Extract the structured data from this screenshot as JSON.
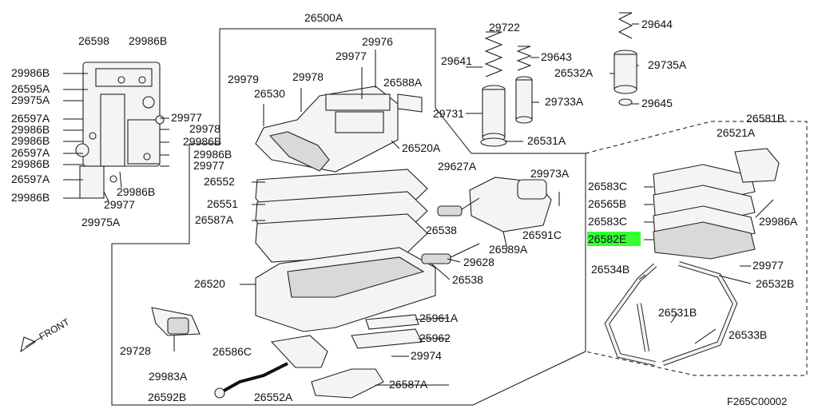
{
  "highlight_color": "#33ff33",
  "highlighted_part": "26582E",
  "diagram_code": "F265C00002",
  "front_label": "FRONT",
  "labels": {
    "l26500A": "26500A",
    "l26598": "26598",
    "l29986B_a": "29986B",
    "l29986B_b": "29986B",
    "l26595A": "26595A",
    "l29975A_a": "29975A",
    "l26597A_a": "26597A",
    "l29986B_c": "29986B",
    "l29986B_d": "29986B",
    "l26597A_b": "26597A",
    "l29986B_e": "29986B",
    "l26597A_c": "26597A",
    "l29986B_f": "29986B",
    "l29977_a": "29977",
    "l29978_a": "29978",
    "l29986B_g": "29986B",
    "l29986B_h": "29986B",
    "l29977_b": "29977",
    "l29986B_i": "29986B",
    "l29977_c": "29977",
    "l29975A_b": "29975A",
    "l29979": "29979",
    "l26530": "26530",
    "l29978_b": "29978",
    "l29977_d": "29977",
    "l29976": "29976",
    "l26588A": "26588A",
    "l26520A": "26520A",
    "l26552_a": "26552",
    "l26551": "26551",
    "l26587A_a": "26587A",
    "l29627A": "29627A",
    "l29973A": "29973A",
    "l26538_a": "26538",
    "l26591C": "26591C",
    "l26589A": "26589A",
    "l29628": "29628",
    "l26538_b": "26538",
    "l26520": "26520",
    "l25961A": "25961A",
    "l25962": "25962",
    "l29974": "29974",
    "l26587A_b": "26587A",
    "l29728": "29728",
    "l26586C": "26586C",
    "l29983A": "29983A",
    "l26592B": "26592B",
    "l26552A": "26552A",
    "l29722": "29722",
    "l29641": "29641",
    "l29643": "29643",
    "l29731": "29731",
    "l29733A": "29733A",
    "l26531A": "26531A",
    "l29644": "29644",
    "l29735A": "29735A",
    "l26532A": "26532A",
    "l29645": "29645",
    "l26581B": "26581B",
    "l26521A": "26521A",
    "l26583C_a": "26583C",
    "l26565B": "26565B",
    "l26583C_b": "26583C",
    "l29986A": "29986A",
    "l26582E": "26582E",
    "l29977_e": "29977",
    "l26534B": "26534B",
    "l26532B": "26532B",
    "l26531B": "26531B",
    "l26533B": "26533B"
  }
}
